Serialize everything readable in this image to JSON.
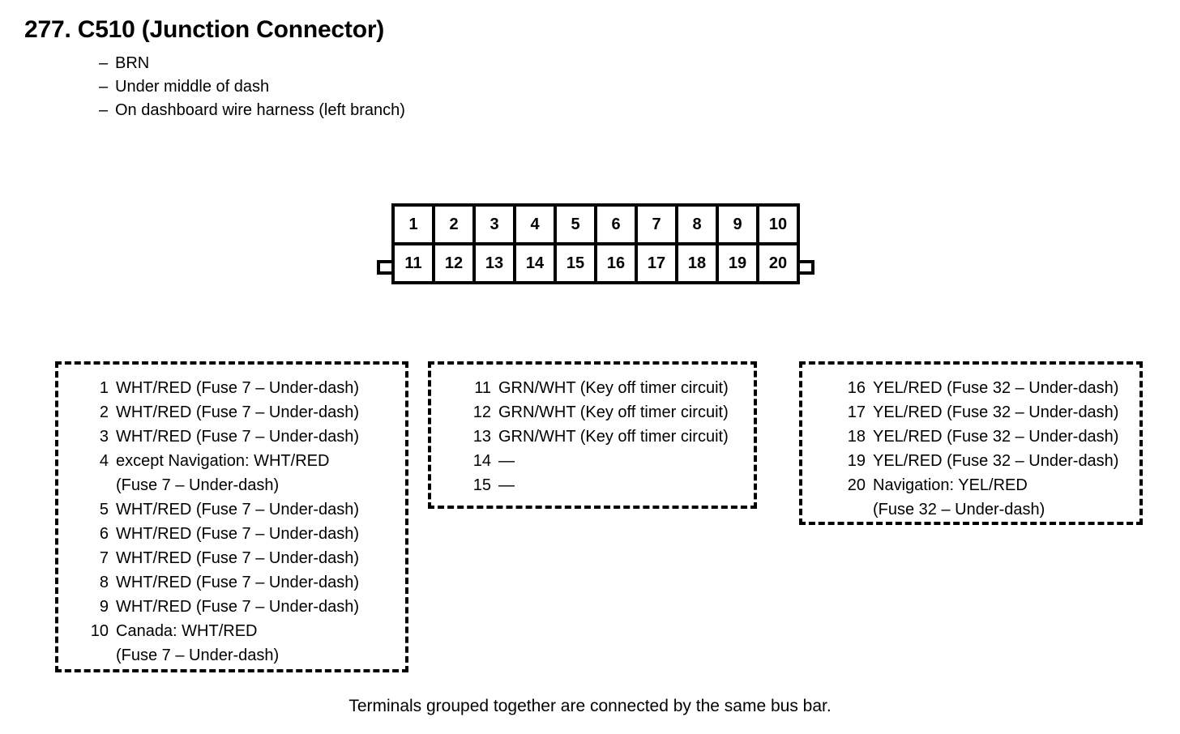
{
  "header": {
    "number": "277.",
    "title": "C510 (Junction Connector)",
    "full_title": "277.  C510 (Junction Connector)",
    "bullets": [
      {
        "dash": "–",
        "text": "BRN"
      },
      {
        "dash": "–",
        "text": "Under middle of dash"
      },
      {
        "dash": "–",
        "text": "On dashboard wire harness (left branch)"
      }
    ]
  },
  "connector": {
    "name": "C510",
    "rows": [
      {
        "pins": [
          "1",
          "2",
          "3",
          "4",
          "5",
          "6",
          "7",
          "8",
          "9",
          "10"
        ]
      },
      {
        "pins": [
          "11",
          "12",
          "13",
          "14",
          "15",
          "16",
          "17",
          "18",
          "19",
          "20"
        ]
      }
    ]
  },
  "groups": [
    {
      "id": "group-1",
      "entries": [
        {
          "num": "1",
          "desc": "WHT/RED (Fuse 7 – Under-dash)",
          "cont": ""
        },
        {
          "num": "2",
          "desc": "WHT/RED (Fuse 7 – Under-dash)",
          "cont": ""
        },
        {
          "num": "3",
          "desc": "WHT/RED (Fuse 7 – Under-dash)",
          "cont": ""
        },
        {
          "num": "4",
          "desc": "except Navigation: WHT/RED",
          "cont": "(Fuse 7 – Under-dash)"
        },
        {
          "num": "5",
          "desc": "WHT/RED (Fuse 7 – Under-dash)",
          "cont": ""
        },
        {
          "num": "6",
          "desc": "WHT/RED (Fuse 7 – Under-dash)",
          "cont": ""
        },
        {
          "num": "7",
          "desc": "WHT/RED (Fuse 7 – Under-dash)",
          "cont": ""
        },
        {
          "num": "8",
          "desc": "WHT/RED (Fuse 7 – Under-dash)",
          "cont": ""
        },
        {
          "num": "9",
          "desc": "WHT/RED (Fuse 7 – Under-dash)",
          "cont": ""
        },
        {
          "num": "10",
          "desc": "Canada: WHT/RED",
          "cont": "(Fuse 7 – Under-dash)"
        }
      ]
    },
    {
      "id": "group-2",
      "entries": [
        {
          "num": "11",
          "desc": "GRN/WHT (Key off timer circuit)",
          "cont": ""
        },
        {
          "num": "12",
          "desc": "GRN/WHT (Key off timer circuit)",
          "cont": ""
        },
        {
          "num": "13",
          "desc": "GRN/WHT (Key off timer circuit)",
          "cont": ""
        },
        {
          "num": "14",
          "desc": "—",
          "cont": ""
        },
        {
          "num": "15",
          "desc": "—",
          "cont": ""
        }
      ]
    },
    {
      "id": "group-3",
      "entries": [
        {
          "num": "16",
          "desc": "YEL/RED (Fuse 32 – Under-dash)",
          "cont": ""
        },
        {
          "num": "17",
          "desc": "YEL/RED (Fuse 32 – Under-dash)",
          "cont": ""
        },
        {
          "num": "18",
          "desc": "YEL/RED (Fuse 32 – Under-dash)",
          "cont": ""
        },
        {
          "num": "19",
          "desc": "YEL/RED (Fuse 32 – Under-dash)",
          "cont": ""
        },
        {
          "num": "20",
          "desc": "Navigation: YEL/RED",
          "cont": "(Fuse 32 – Under-dash)"
        }
      ]
    }
  ],
  "footer": {
    "note": "Terminals grouped together are connected by the same bus bar."
  },
  "colors": {
    "ink": "#000000",
    "paper": "#ffffff"
  }
}
